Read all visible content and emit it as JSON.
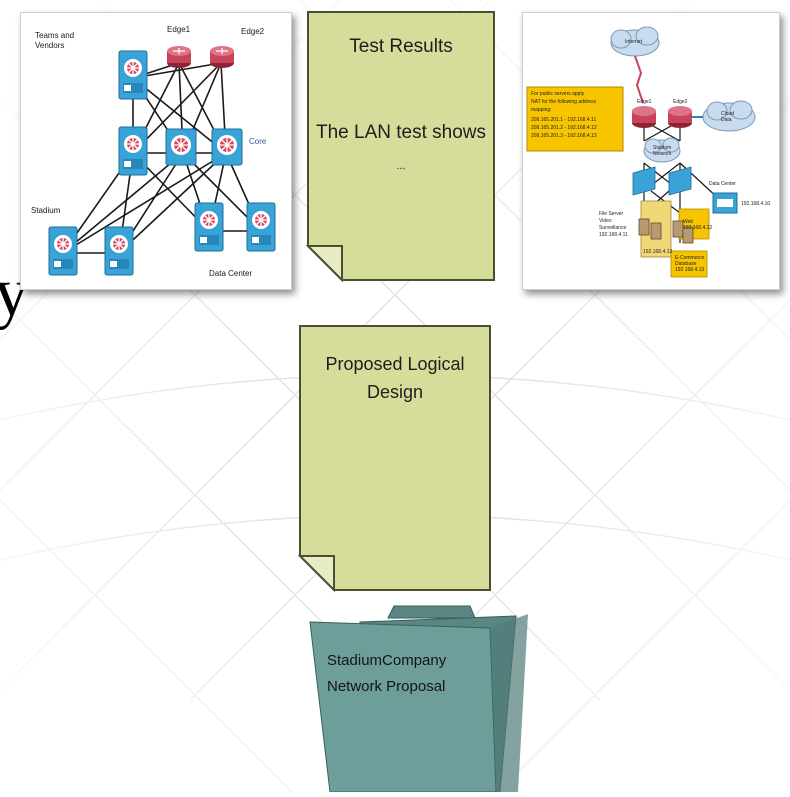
{
  "left_diagram": {
    "teams_label": "Teams and\nVendors",
    "edge1_label": "Edge1",
    "edge2_label": "Edge2",
    "core_label": "Core",
    "stadium_label": "Stadium",
    "datacenter_label": "Data Center"
  },
  "test_results_note": {
    "title": "Test Results",
    "body": "The LAN test shows",
    "ellipsis": "..."
  },
  "right_diagram": {
    "internet_label": "Internet",
    "nat_box_lines": [
      "For public servers apply",
      "NAT for the following address",
      "mapping:",
      "209.165.201.1 - 192.168.4.11",
      "209.165.201.2 - 192.168.4.12",
      "209.165.201.3 - 192.168.4.13"
    ],
    "edge1_label": "Edge1",
    "edge2_label": "Edge2",
    "cloud_label": "Cloud\nData",
    "stadium_network_label": "Stadium\nNetwork",
    "data_center_label": "Data Center",
    "server_list_lines": [
      "File Server",
      "Video",
      "Surveillance",
      "192.168.4.11"
    ],
    "web_label": "Web\n192.168.4.12",
    "ecommerce_label": "E-Commerce\nDatabase\n192.168.4.13",
    "small_label": "192.168.4.13",
    "dc_ip_label": "192.168.4.10"
  },
  "stray_text": "y",
  "proposal_note": {
    "title": "Proposed Logical\nDesign"
  },
  "folder": {
    "label": "StadiumCompany\nNetwork Proposal"
  },
  "colors": {
    "note_fill": "#d6dd9a",
    "note_border": "#4d4d35",
    "folder_fill": "#6d9e9a",
    "switch_blue": "#3aa1d6",
    "router_red": "#c9445a",
    "nat_yellow": "#f7c400"
  }
}
